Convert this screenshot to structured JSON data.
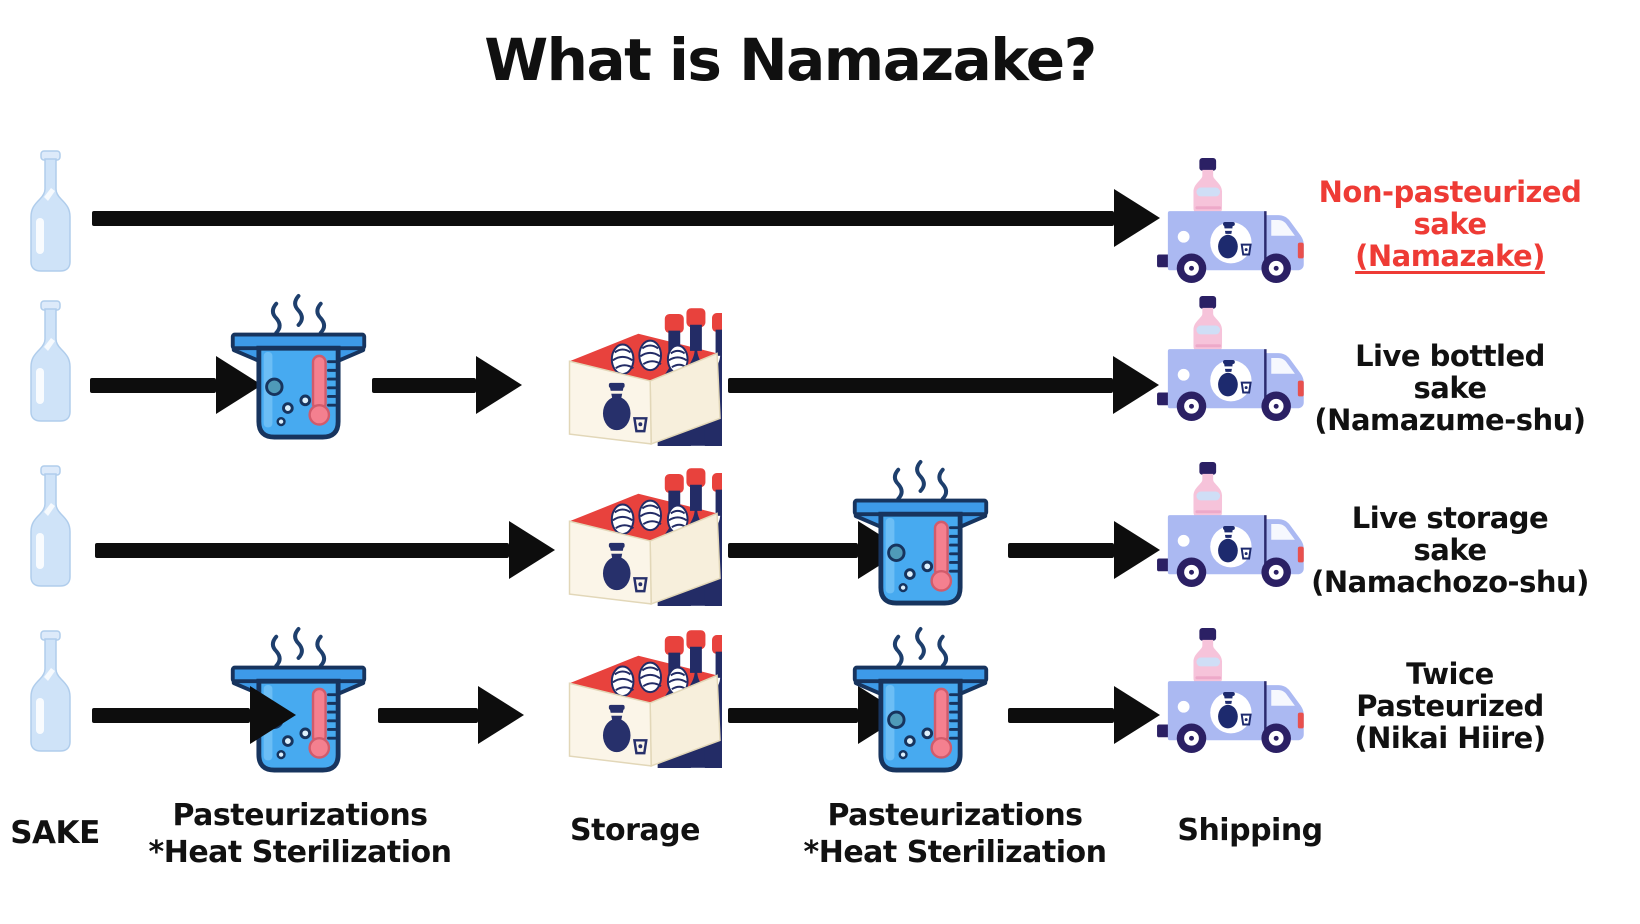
{
  "title": "What is Namazake?",
  "rows": [
    {
      "id": "namazake",
      "label": [
        "Non-pasteurized",
        "sake",
        "(Namazake)"
      ],
      "color": "#ee3b35",
      "style": "color:#ee3b35",
      "underlined_line": "(Namazake)",
      "steps": [
        "sake",
        "shipping"
      ]
    },
    {
      "id": "namazume-shu",
      "label": [
        "Live bottled",
        "sake",
        "(Namazume-shu)"
      ],
      "color": "#111111",
      "style": "color:#111111",
      "steps": [
        "sake",
        "pasteurization",
        "storage",
        "shipping"
      ]
    },
    {
      "id": "namachozo-shu",
      "label": [
        "Live storage",
        "sake",
        "(Namachozo-shu)"
      ],
      "color": "#111111",
      "style": "color:#111111",
      "steps": [
        "sake",
        "storage",
        "pasteurization",
        "shipping"
      ]
    },
    {
      "id": "nikai-hiire",
      "label": [
        "Twice",
        "Pasteurized",
        "(Nikai Hiire)"
      ],
      "color": "#111111",
      "style": "color:#111111",
      "steps": [
        "sake",
        "pasteurization",
        "storage",
        "pasteurization",
        "shipping"
      ]
    }
  ],
  "stages": {
    "sake": "SAKE",
    "pasteurization_left": [
      "Pasteurizations",
      "*Heat Sterilization"
    ],
    "storage": "Storage",
    "pasteurization_right": [
      "Pasteurizations",
      "*Heat Sterilization"
    ],
    "shipping": "Shipping"
  },
  "icons": {
    "bottle": "sake-bottle-icon",
    "pot": "pasteurization-pot-icon",
    "box": "storage-box-icon",
    "truck": "delivery-truck-icon",
    "arrow": "flow-arrow"
  },
  "colors": {
    "highlight_red": "#ee3b35",
    "text_black": "#111111",
    "arrow_black": "#0d0d0d",
    "pot_blue": "#47aaf0",
    "bottle_blue": "#cfe3f8",
    "truck_periwinkle": "#abb9f2",
    "box_cream": "#f9f2e2",
    "navy": "#1d2a6e"
  }
}
